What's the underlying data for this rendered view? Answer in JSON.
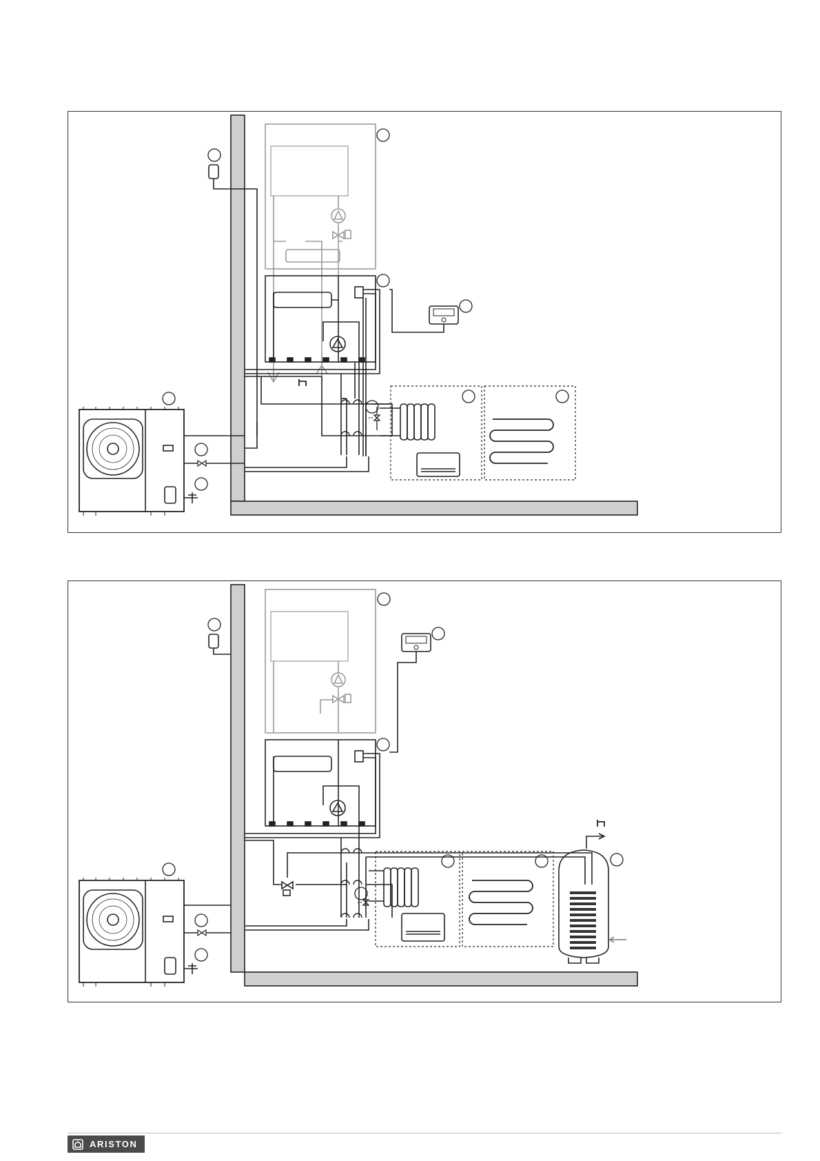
{
  "brand": {
    "name": "ARISTON",
    "logo_icon": "house-icon"
  },
  "diagram": {
    "panels": [
      {
        "id": "scheme-without-dhw-tank"
      },
      {
        "id": "scheme-with-dhw-tank"
      }
    ],
    "colors": {
      "line": "#222222",
      "wall": "#cfcfcf",
      "grey_line": "#9a9a9a",
      "coil": "#333333",
      "logo_bg": "#4a4a4a"
    }
  }
}
